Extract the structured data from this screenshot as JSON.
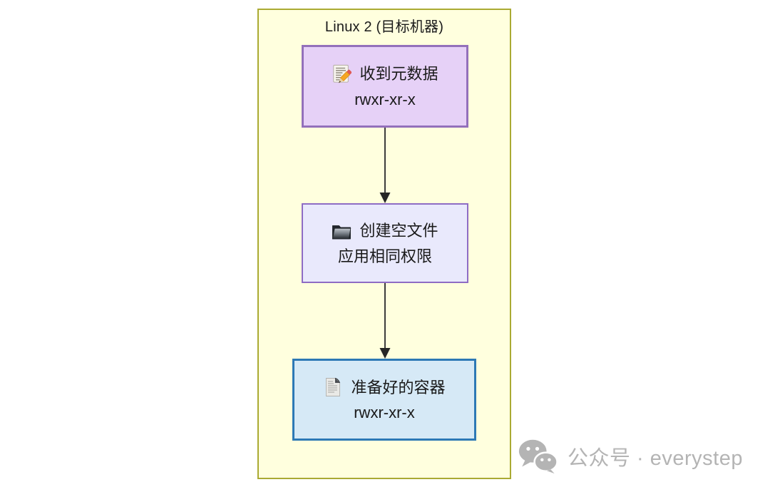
{
  "diagram": {
    "container_title": "Linux 2 (目标机器)",
    "nodes": [
      {
        "name": "received-metadata",
        "icon": "memo-pencil-icon",
        "label": "收到元数据",
        "sublabel": "rwxr-xr-x"
      },
      {
        "name": "create-empty-file",
        "icon": "open-folder-icon",
        "label": "创建空文件",
        "sublabel": "应用相同权限"
      },
      {
        "name": "prepared-container",
        "icon": "document-icon",
        "label": "准备好的容器",
        "sublabel": "rwxr-xr-x"
      }
    ],
    "edges": [
      {
        "from": "received-metadata",
        "to": "create-empty-file"
      },
      {
        "from": "create-empty-file",
        "to": "prepared-container"
      }
    ]
  },
  "watermark": {
    "icon": "wechat-icon",
    "text": "公众号 · everystep"
  },
  "colors": {
    "container_fill": "#ffffde",
    "container_border": "#aaaa33",
    "node1_fill": "#e6d1f7",
    "node1_border": "#9370bb",
    "node2_fill": "#e9e9fc",
    "node2_border": "#8e6cc4",
    "node3_fill": "#d6e9f6",
    "node3_border": "#2d79b5",
    "arrow": "#3d3d3d",
    "watermark": "#b4b4b4"
  }
}
